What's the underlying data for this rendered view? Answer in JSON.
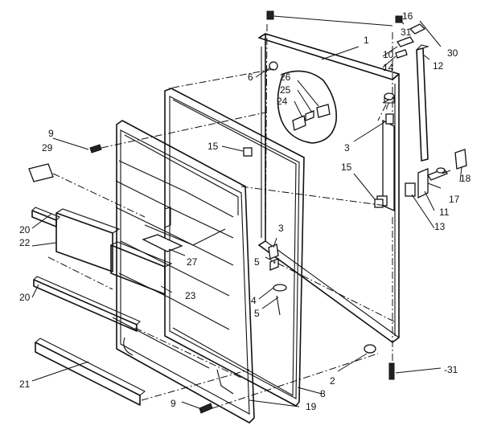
{
  "callouts": [
    {
      "id": "c1",
      "text": "1"
    },
    {
      "id": "c2",
      "text": "2"
    },
    {
      "id": "c3a",
      "text": "3"
    },
    {
      "id": "c3b",
      "text": "3"
    },
    {
      "id": "c4",
      "text": "4"
    },
    {
      "id": "c5",
      "text": "5"
    },
    {
      "id": "c6",
      "text": "6"
    },
    {
      "id": "c7",
      "text": "7"
    },
    {
      "id": "c8",
      "text": "8"
    },
    {
      "id": "c9a",
      "text": "9"
    },
    {
      "id": "c9b",
      "text": "9"
    },
    {
      "id": "c10",
      "text": "10"
    },
    {
      "id": "c11",
      "text": "11"
    },
    {
      "id": "c12",
      "text": "12"
    },
    {
      "id": "c13",
      "text": "13"
    },
    {
      "id": "c14",
      "text": "14"
    },
    {
      "id": "c15a",
      "text": "15"
    },
    {
      "id": "c15b",
      "text": "15"
    },
    {
      "id": "c16",
      "text": "16"
    },
    {
      "id": "c17",
      "text": "17"
    },
    {
      "id": "c18",
      "text": "18"
    },
    {
      "id": "c19",
      "text": "19"
    },
    {
      "id": "c20a",
      "text": "20"
    },
    {
      "id": "c20b",
      "text": "20"
    },
    {
      "id": "c21",
      "text": "21"
    },
    {
      "id": "c22",
      "text": "22"
    },
    {
      "id": "c23",
      "text": "23"
    },
    {
      "id": "c24",
      "text": "24"
    },
    {
      "id": "c25",
      "text": "25"
    },
    {
      "id": "c26",
      "text": "26"
    },
    {
      "id": "c27",
      "text": "27"
    },
    {
      "id": "c29",
      "text": "29"
    },
    {
      "id": "c30",
      "text": "30"
    },
    {
      "id": "c31a",
      "text": "31"
    },
    {
      "id": "c31b",
      "text": "-31"
    }
  ]
}
